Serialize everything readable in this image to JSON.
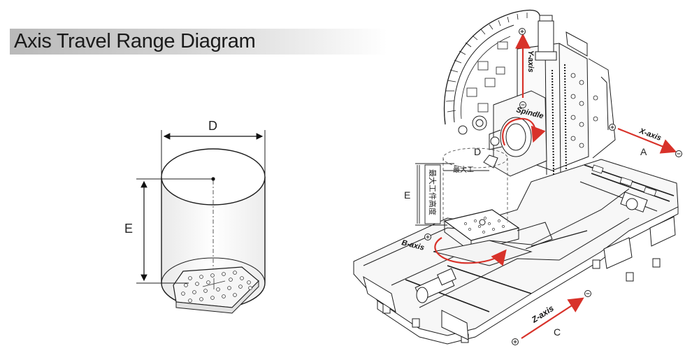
{
  "title": "Axis Travel Range Diagram",
  "cylinder": {
    "dimension_d": "D",
    "dimension_e": "E"
  },
  "machine": {
    "label_d": "D",
    "label_e": "E",
    "label_a": "A",
    "label_c": "C",
    "max_workpiece_height": "最大工件高度",
    "max_workpiece_diameter_partial": "最大工",
    "x_axis": "X-axis",
    "y_axis": "Y-axis",
    "z_axis": "Z-axis",
    "b_axis": "B-axis",
    "spindle": "Spindle"
  },
  "colors": {
    "arrow_red": "#d8322a",
    "line": "#1c1c1c",
    "title_bar": "#c8c8c8"
  }
}
